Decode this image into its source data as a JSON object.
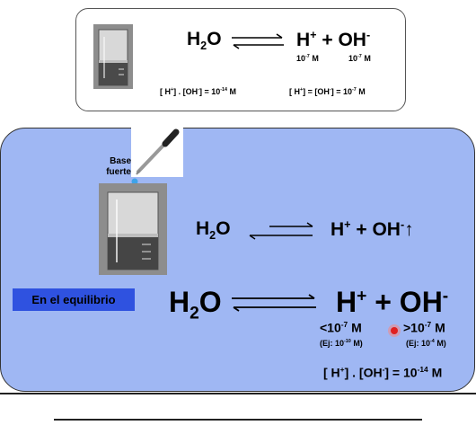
{
  "top": {
    "h": "H",
    "two": "2",
    "o": "O",
    "hplus": "H",
    "plus_sup": "+",
    "plus": " + ",
    "oh": "OH",
    "minus_sup": "-",
    "conc_h_base": "10",
    "conc_h_exp": "-7",
    "conc_h_unit": " M",
    "conc_oh_base": "10",
    "conc_oh_exp": "-7",
    "conc_oh_unit": " M",
    "kw_left": "[ H",
    "kw_plus": "+",
    "kw_mid": "] . [OH",
    "kw_minus": "-",
    "kw_right": "] = 10",
    "kw_exp": "-14",
    "kw_unit": " M",
    "neutral_left": "[ H",
    "neutral_plus": "+",
    "neutral_mid": "] = [OH",
    "neutral_minus": "-",
    "neutral_right": "] = 10",
    "neutral_exp": "-7",
    "neutral_unit": " M"
  },
  "main": {
    "base_line1": "Base",
    "base_line2": "fuerte",
    "r1_h": "H",
    "r1_two": "2",
    "r1_o": "O",
    "r1_hplus": "H",
    "r1_plus_sup": "+",
    "r1_plus": " + ",
    "r1_oh": "OH",
    "r1_minus_sup": "-",
    "r1_arrow": "↑",
    "equilibrium_label": "En el equilibrio",
    "r2_h": "H",
    "r2_two": "2",
    "r2_o": "O",
    "r2_hplus": "H",
    "r2_plus_sup": "+",
    "r2_plus": " + ",
    "r2_oh": "OH",
    "r2_minus_sup": "-",
    "h_conc_prefix": "<10",
    "h_conc_exp": "-7",
    "h_conc_unit": " M",
    "oh_conc_prefix": ">10",
    "oh_conc_exp": "-7",
    "oh_conc_unit": " M",
    "h_example_prefix": "(Ej: 10",
    "h_example_exp": "-10",
    "h_example_unit": " M)",
    "oh_example_prefix": "(Ej: 10",
    "oh_example_exp": "-4",
    "oh_example_unit": " M)",
    "kw_left": "[ H",
    "kw_plus": "+",
    "kw_mid": "] . [OH",
    "kw_minus": "-",
    "kw_right": "] = 10",
    "kw_exp": "-14",
    "kw_unit": " M"
  },
  "colors": {
    "panel_blue": "#9fb7f3",
    "label_blue": "#2f52e0",
    "marker_red": "#e02020"
  }
}
